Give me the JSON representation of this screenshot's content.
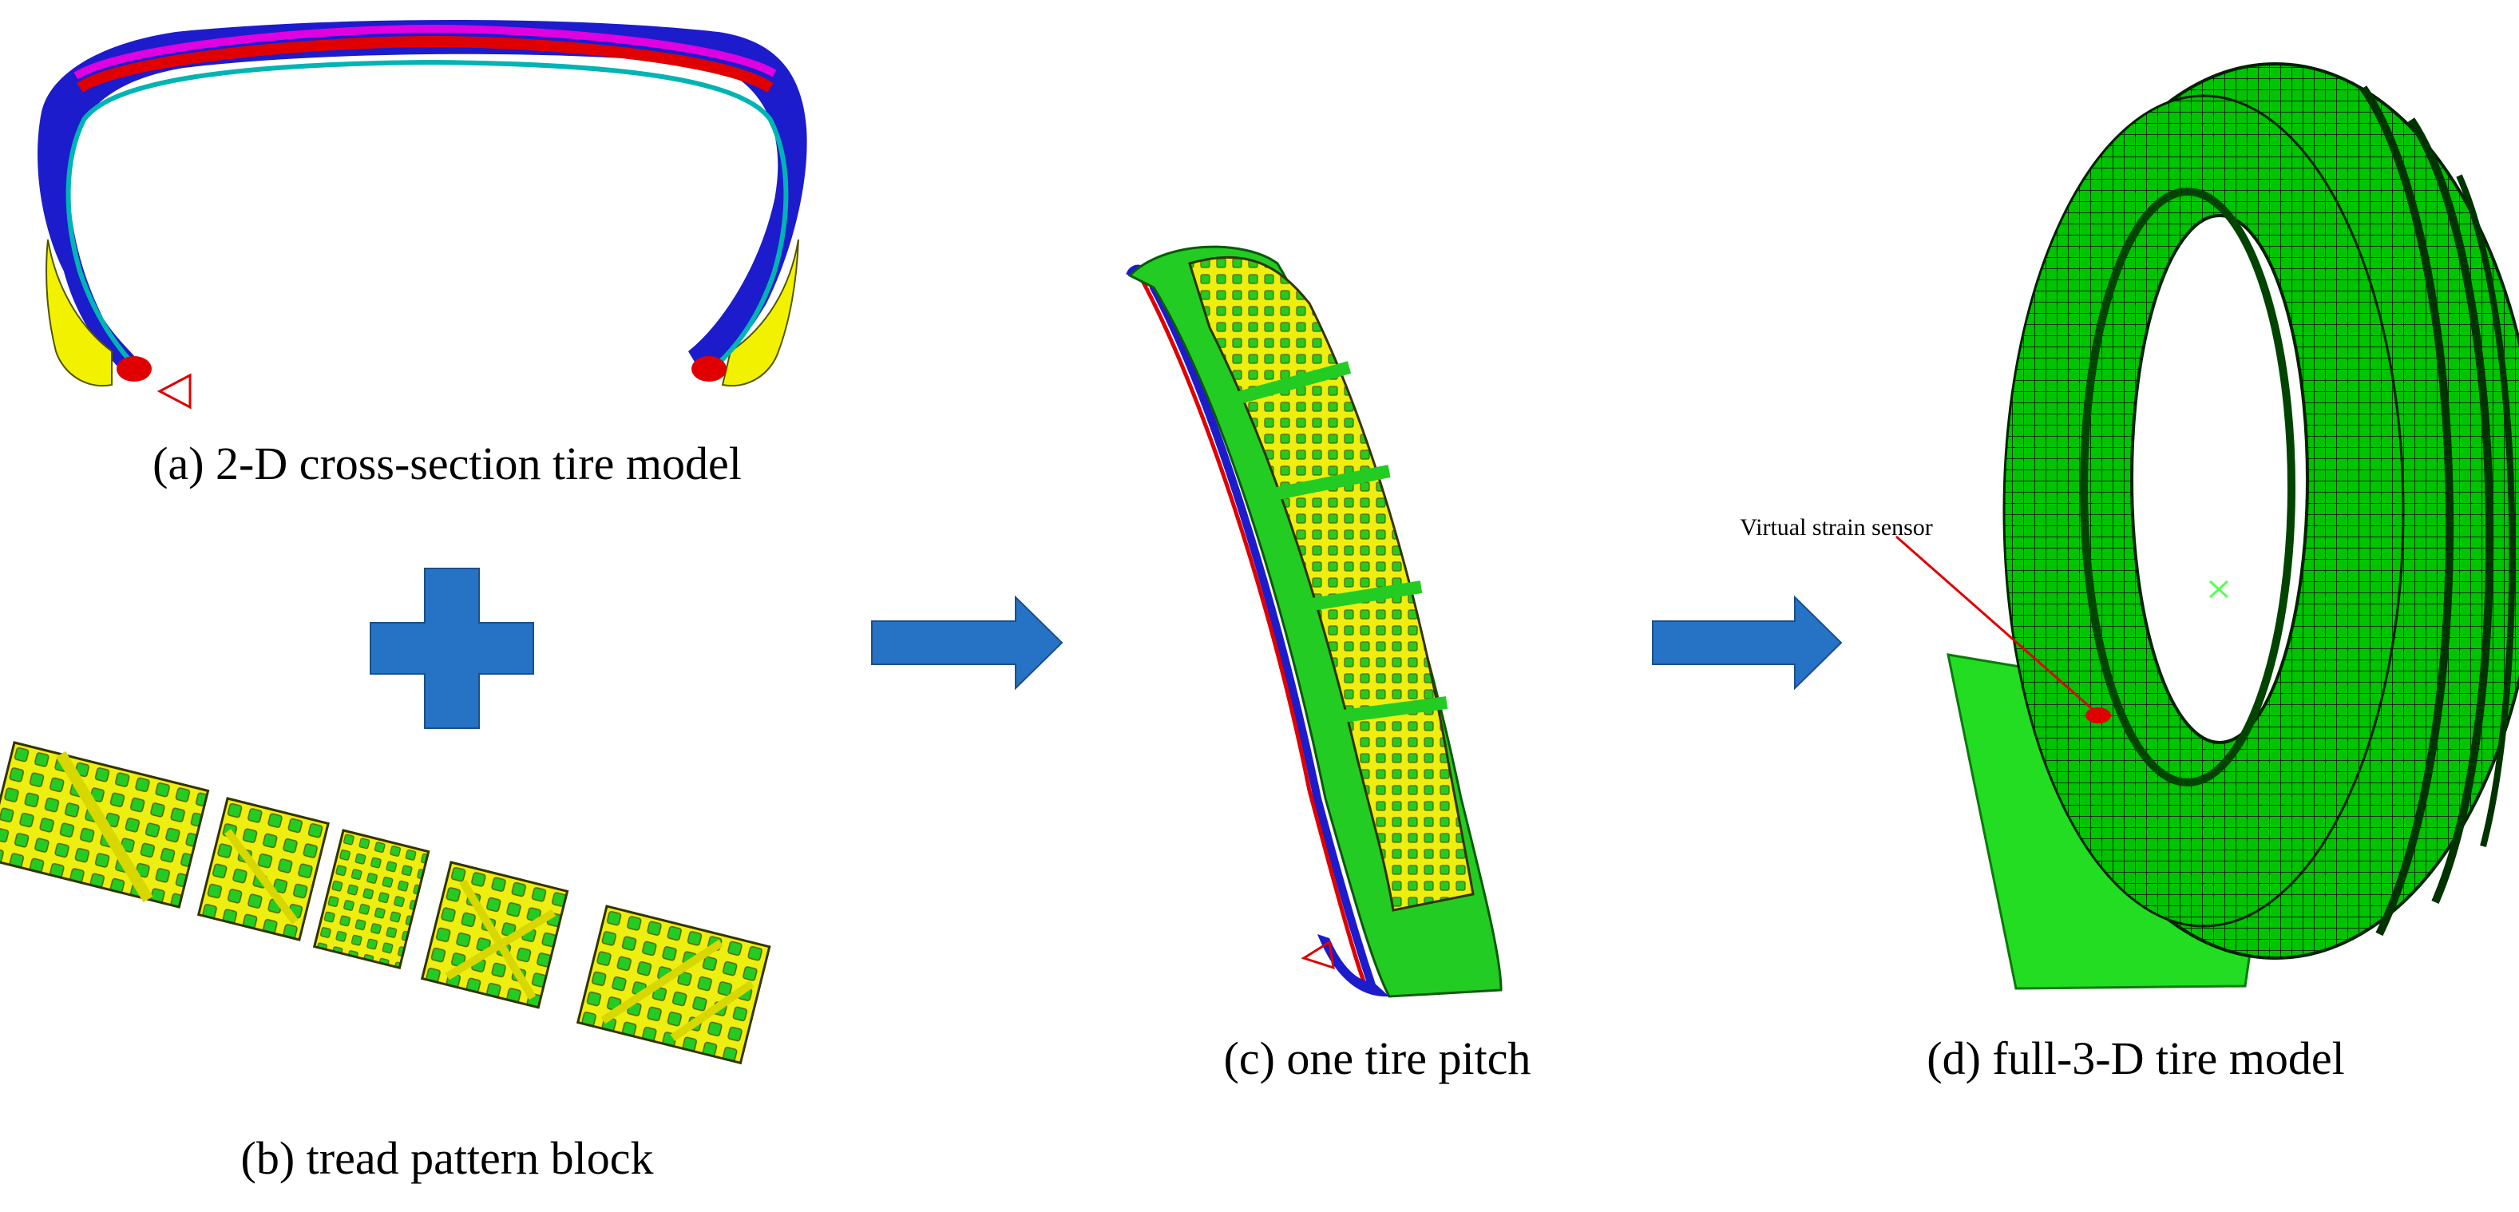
{
  "captions": {
    "a": "(a) 2-D cross-section tire model",
    "b": "(b) tread pattern block",
    "c": "(c) one tire pitch",
    "d": "(d) full-3-D tire model"
  },
  "annotation": {
    "sensor_label": "Virtual strain sensor"
  },
  "colors": {
    "mesh_green": "#00cc00",
    "tread_yellow": "#f2f200",
    "arrow_blue": "#2673c6",
    "layer_blue": "#1c1ccc",
    "layer_red": "#e00000",
    "layer_magenta": "#e000e0",
    "layer_cyan": "#00b4b4",
    "sensor_red": "#e00000"
  },
  "icons": {
    "plus": "plus-icon",
    "arrow": "right-arrow-icon",
    "boundary_marker": "triangle-marker-icon"
  }
}
